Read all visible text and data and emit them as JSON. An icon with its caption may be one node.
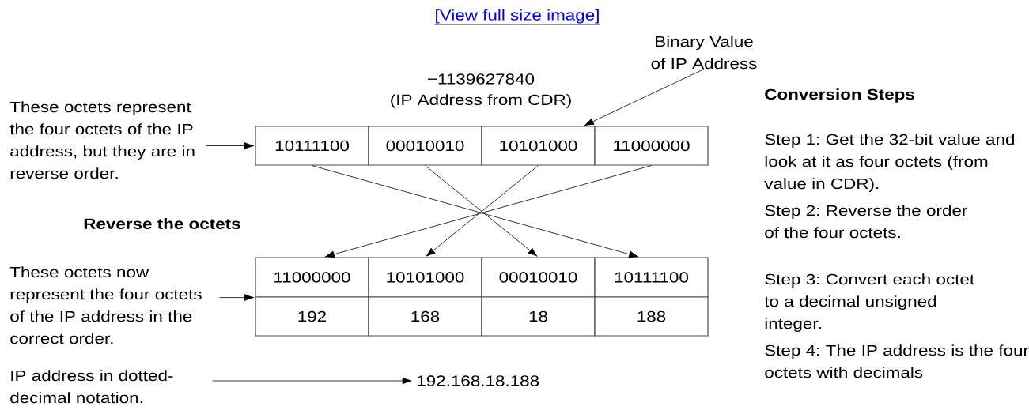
{
  "diagram": {
    "nodes": [
      {
        "text": [
          "10111100"
        ]
      },
      {
        "text": [
          "00010010"
        ]
      },
      {
        "text": [
          "10101000"
        ]
      },
      {
        "text": [
          "11000000"
        ]
      },
      {
        "text": [
          "11000000"
        ]
      },
      {
        "text": [
          "10101000"
        ]
      },
      {
        "text": [
          "00010010"
        ]
      },
      {
        "text": [
          "10111100"
        ]
      },
      {
        "text": [
          "192"
        ]
      },
      {
        "text": [
          "168"
        ]
      },
      {
        "text": [
          "18"
        ]
      },
      {
        "text": [
          "188"
        ]
      },
      {
        "text": [
          "These octets represent the four octets of the IP address, but they are in reverse order."
        ]
      },
      {
        "text": [
          "Binary Value of IP Address"
        ]
      },
      {
        "text": [
          "These octets now represent the four octets of the IP address in the correct order."
        ]
      },
      {
        "text": [
          "IP address in dotted-decimal notation."
        ]
      },
      {
        "text": [
          "192.168.18.188"
        ]
      }
    ],
    "edges": [
      {
        "from": 0,
        "to": 7,
        "arrow": "to"
      },
      {
        "from": 1,
        "to": 6,
        "arrow": "to"
      },
      {
        "from": 2,
        "to": 5,
        "arrow": "to"
      },
      {
        "from": 3,
        "to": 4,
        "arrow": "to"
      },
      {
        "from": 12,
        "to": 0,
        "arrow": "to"
      },
      {
        "from": 13,
        "to": 2,
        "arrow": "to"
      },
      {
        "from": 14,
        "to": 4,
        "arrow": "to"
      },
      {
        "from": 15,
        "to": 16,
        "arrow": "to"
      }
    ],
    "labels": [
      "[View full size image]",
      "−1139627840",
      "(IP Address from CDR)",
      "Reverse the octets",
      "Conversion Steps",
      "Step 1: Get the 32-bit value and look at it as four octets (from value in CDR).",
      "Step 2: Reverse the order of the four octets.",
      "Step 3: Convert each octet to a decimal unsigned integer.",
      "Step 4: The IP address is the four octets with decimals"
    ]
  }
}
